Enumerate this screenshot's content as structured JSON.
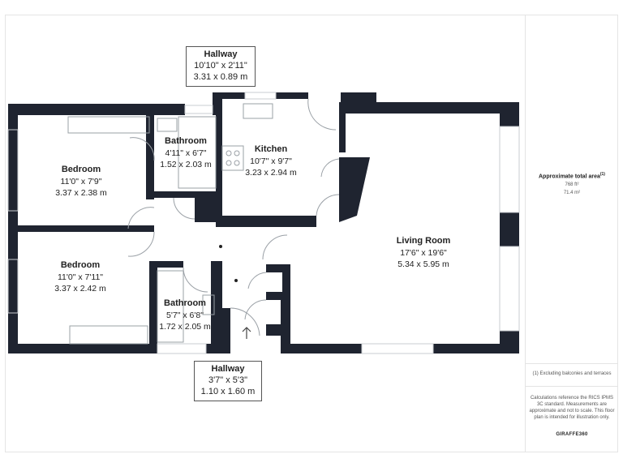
{
  "rooms": [
    {
      "name": "Bedroom",
      "imperial": "11'0\" x 7'9\"",
      "metric": "3.37 x 2.38 m"
    },
    {
      "name": "Bathroom",
      "imperial": "4'11\" x 6'7\"",
      "metric": "1.52 x 2.03 m"
    },
    {
      "name": "Kitchen",
      "imperial": "10'7\" x 9'7\"",
      "metric": "3.23 x 2.94 m"
    },
    {
      "name": "Living Room",
      "imperial": "17'6\" x 19'6\"",
      "metric": "5.34 x 5.95 m"
    },
    {
      "name": "Bedroom",
      "imperial": "11'0\" x 7'11\"",
      "metric": "3.37 x 2.42 m"
    },
    {
      "name": "Bathroom",
      "imperial": "5'7\" x 6'8\"",
      "metric": "1.72 x 2.05 m"
    }
  ],
  "callouts": {
    "hallway_top": {
      "name": "Hallway",
      "imperial": "10'10\" x 2'11\"",
      "metric": "3.31 x 0.89 m"
    },
    "hallway_bottom": {
      "name": "Hallway",
      "imperial": "3'7\" x 5'3\"",
      "metric": "1.10 x 1.60 m"
    }
  },
  "sidebar": {
    "area_title": "Approximate total area",
    "area_note_mark": "(1)",
    "area_ft": "768 ft²",
    "area_m": "71.4 m²",
    "footnote": "(1) Excluding balconies and terraces",
    "disclaimer": "Calculations reference the RICS IPMS 3C standard. Measurements are approximate and not to scale. This floor plan is intended for illustration only.",
    "brand": "GIRAFFE360"
  }
}
